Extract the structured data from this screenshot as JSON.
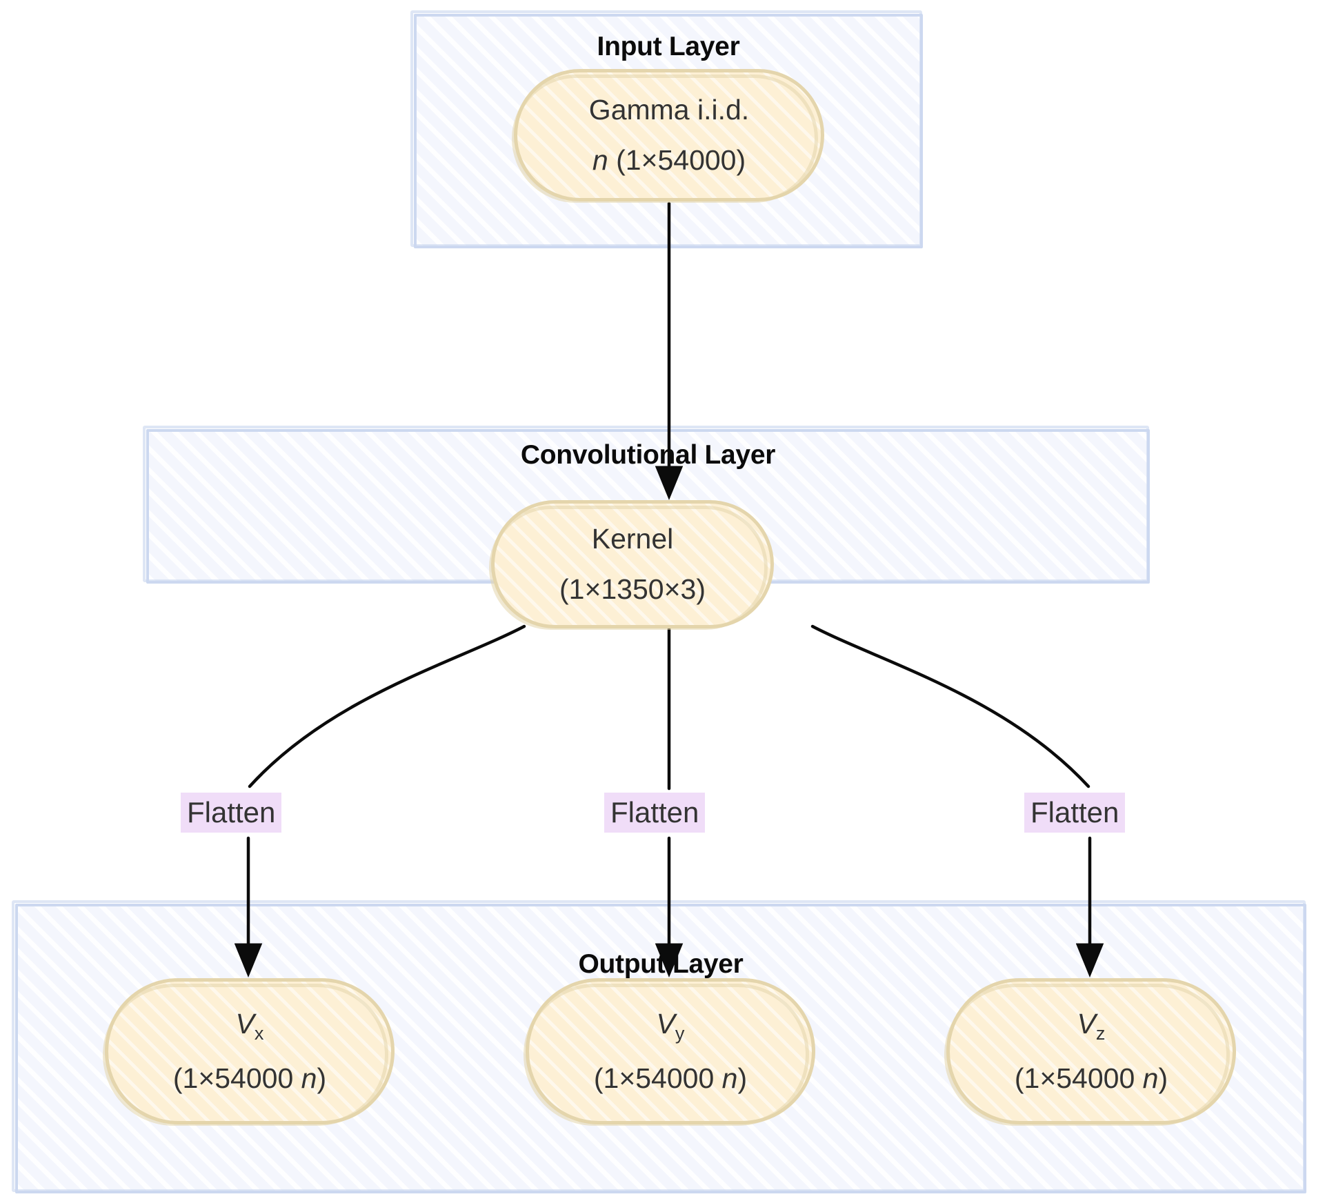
{
  "diagram": {
    "type": "neural-network-architecture-flowchart",
    "orientation": "top-to-bottom",
    "background_color": "#ffffff",
    "subgraph_fill": "#f4f6fd",
    "subgraph_border": "#ccd8f0",
    "node_fill": "#fdf0d5",
    "node_border": "#e4d5ac",
    "edge_color": "#0b0b0b",
    "edge_label_fill": "#f0ddf8",
    "text_color": "#333333"
  },
  "subgraphs": [
    {
      "id": "input",
      "title": "Input Layer"
    },
    {
      "id": "conv",
      "title": "Convolutional Layer"
    },
    {
      "id": "output",
      "title": "Output Layer"
    }
  ],
  "nodes": {
    "input": {
      "line1": "Gamma i.i.d.",
      "line2_var": "n",
      "line2_rest": " (1×54000)"
    },
    "kernel": {
      "line1": "Kernel",
      "line2": "(1×1350×3)"
    },
    "vx": {
      "symbol": "V",
      "subscript": "x",
      "shape_pre": "(1×54000 ",
      "shape_var": "n",
      "shape_post": ")"
    },
    "vy": {
      "symbol": "V",
      "subscript": "y",
      "shape_pre": "(1×54000 ",
      "shape_var": "n",
      "shape_post": ")"
    },
    "vz": {
      "symbol": "V",
      "subscript": "z",
      "shape_pre": "(1×54000 ",
      "shape_var": "n",
      "shape_post": ")"
    }
  },
  "edge_labels": {
    "flatten_x": "Flatten",
    "flatten_y": "Flatten",
    "flatten_z": "Flatten"
  },
  "edges": [
    {
      "from": "input",
      "to": "kernel",
      "label": ""
    },
    {
      "from": "kernel",
      "to": "vx",
      "label": "Flatten"
    },
    {
      "from": "kernel",
      "to": "vy",
      "label": "Flatten"
    },
    {
      "from": "kernel",
      "to": "vz",
      "label": "Flatten"
    }
  ]
}
